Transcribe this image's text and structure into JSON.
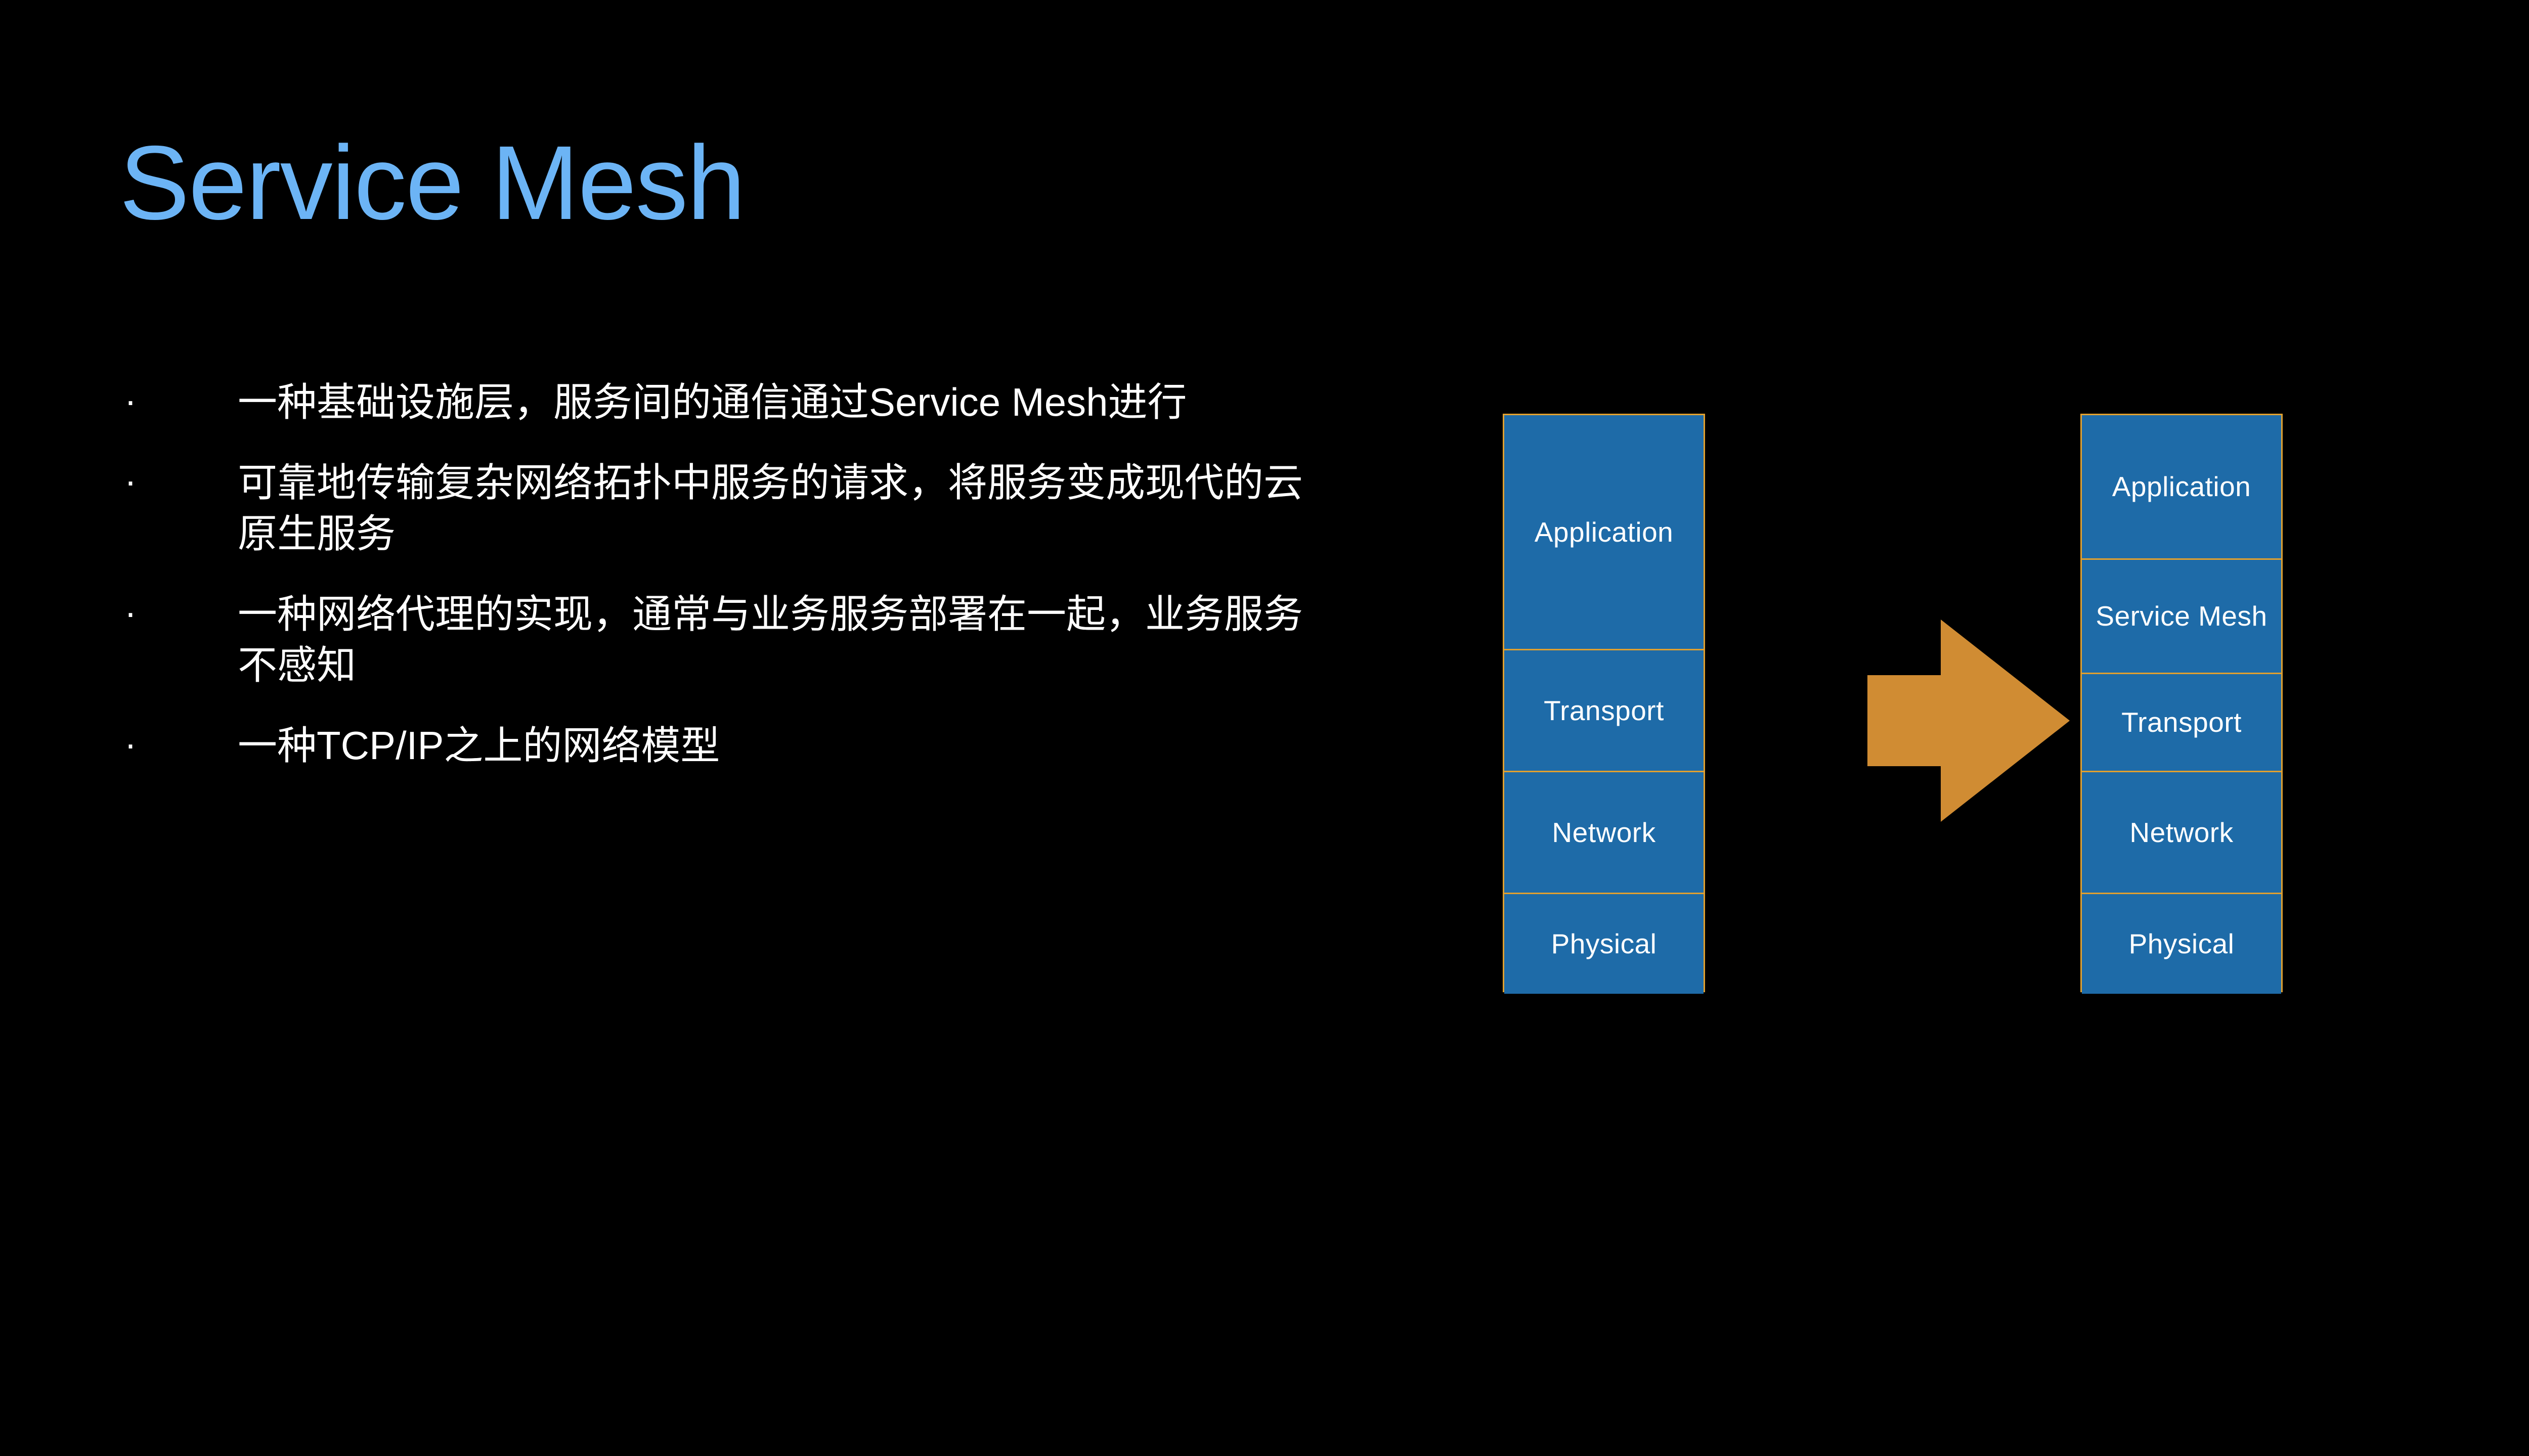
{
  "slide": {
    "title": "Service Mesh",
    "background_color": "#000000",
    "title_color": "#6CB4F5",
    "body_text_color": "#FFFFFF"
  },
  "bullets": [
    {
      "marker": "·",
      "text": "一种基础设施层，服务间的通信通过Service Mesh进行"
    },
    {
      "marker": "·",
      "text": "可靠地传输复杂网络拓扑中服务的请求，将服务变成现代的云原生服务"
    },
    {
      "marker": "·",
      "text": "一种网络代理的实现，通常与业务服务部署在一起，业务服务不感知"
    },
    {
      "marker": "·",
      "text": "一种TCP/IP之上的网络模型"
    }
  ],
  "diagram": {
    "box_fill_color": "#1E6BA8",
    "box_border_color": "#E0A030",
    "label_color": "#FFFFFF",
    "arrow": {
      "icon": "right-arrow-icon",
      "color": "#D08C33",
      "direction": "right"
    },
    "before_stack": {
      "layers": [
        {
          "label": "Application"
        },
        {
          "label": "Transport"
        },
        {
          "label": "Network"
        },
        {
          "label": "Physical"
        }
      ]
    },
    "after_stack": {
      "layers": [
        {
          "label": "Application"
        },
        {
          "label": "Service Mesh"
        },
        {
          "label": "Transport"
        },
        {
          "label": "Network"
        },
        {
          "label": "Physical"
        }
      ]
    }
  }
}
